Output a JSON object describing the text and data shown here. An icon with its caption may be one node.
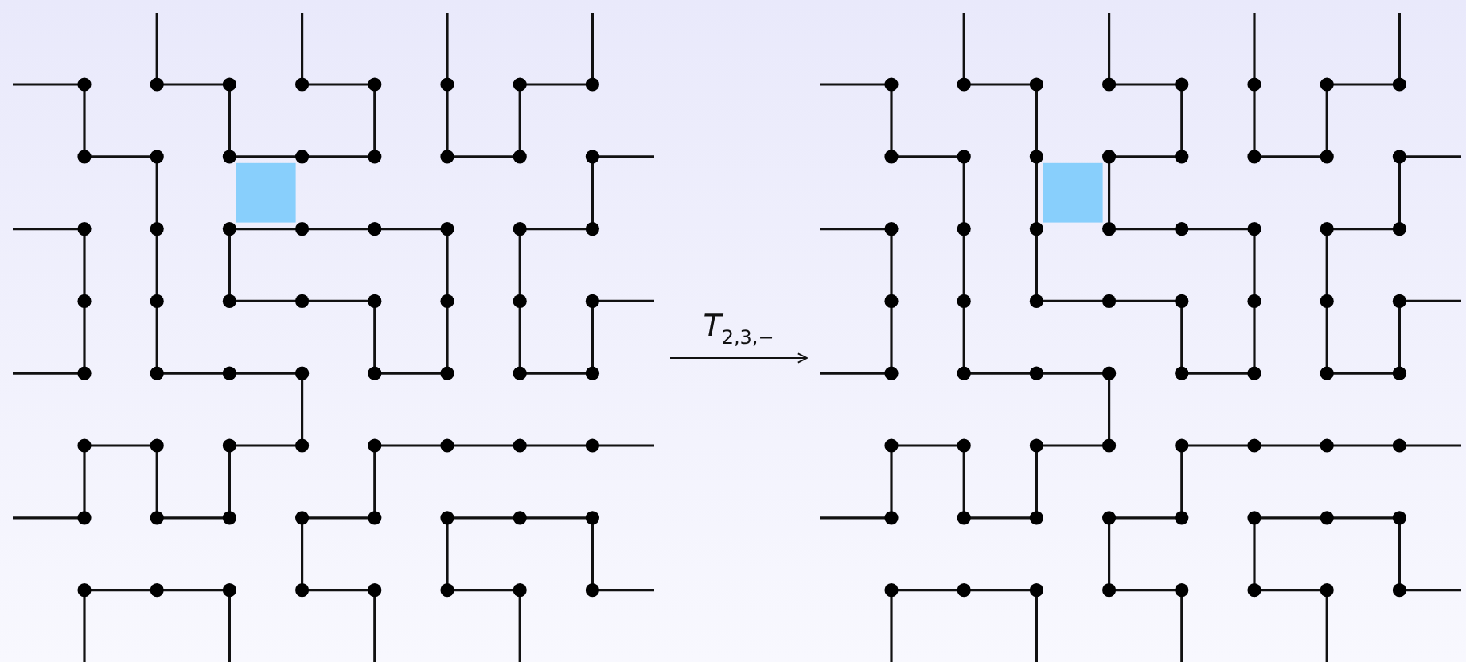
{
  "diagram": {
    "nodes": [
      {
        "text": [],
        "shape": "picture"
      },
      {
        "text": [],
        "shape": "picture"
      }
    ],
    "edges": [
      {
        "from": 0,
        "to": 1,
        "arrow": "to",
        "label": "*T*$_{2,3,−}$"
      }
    ]
  }
}
